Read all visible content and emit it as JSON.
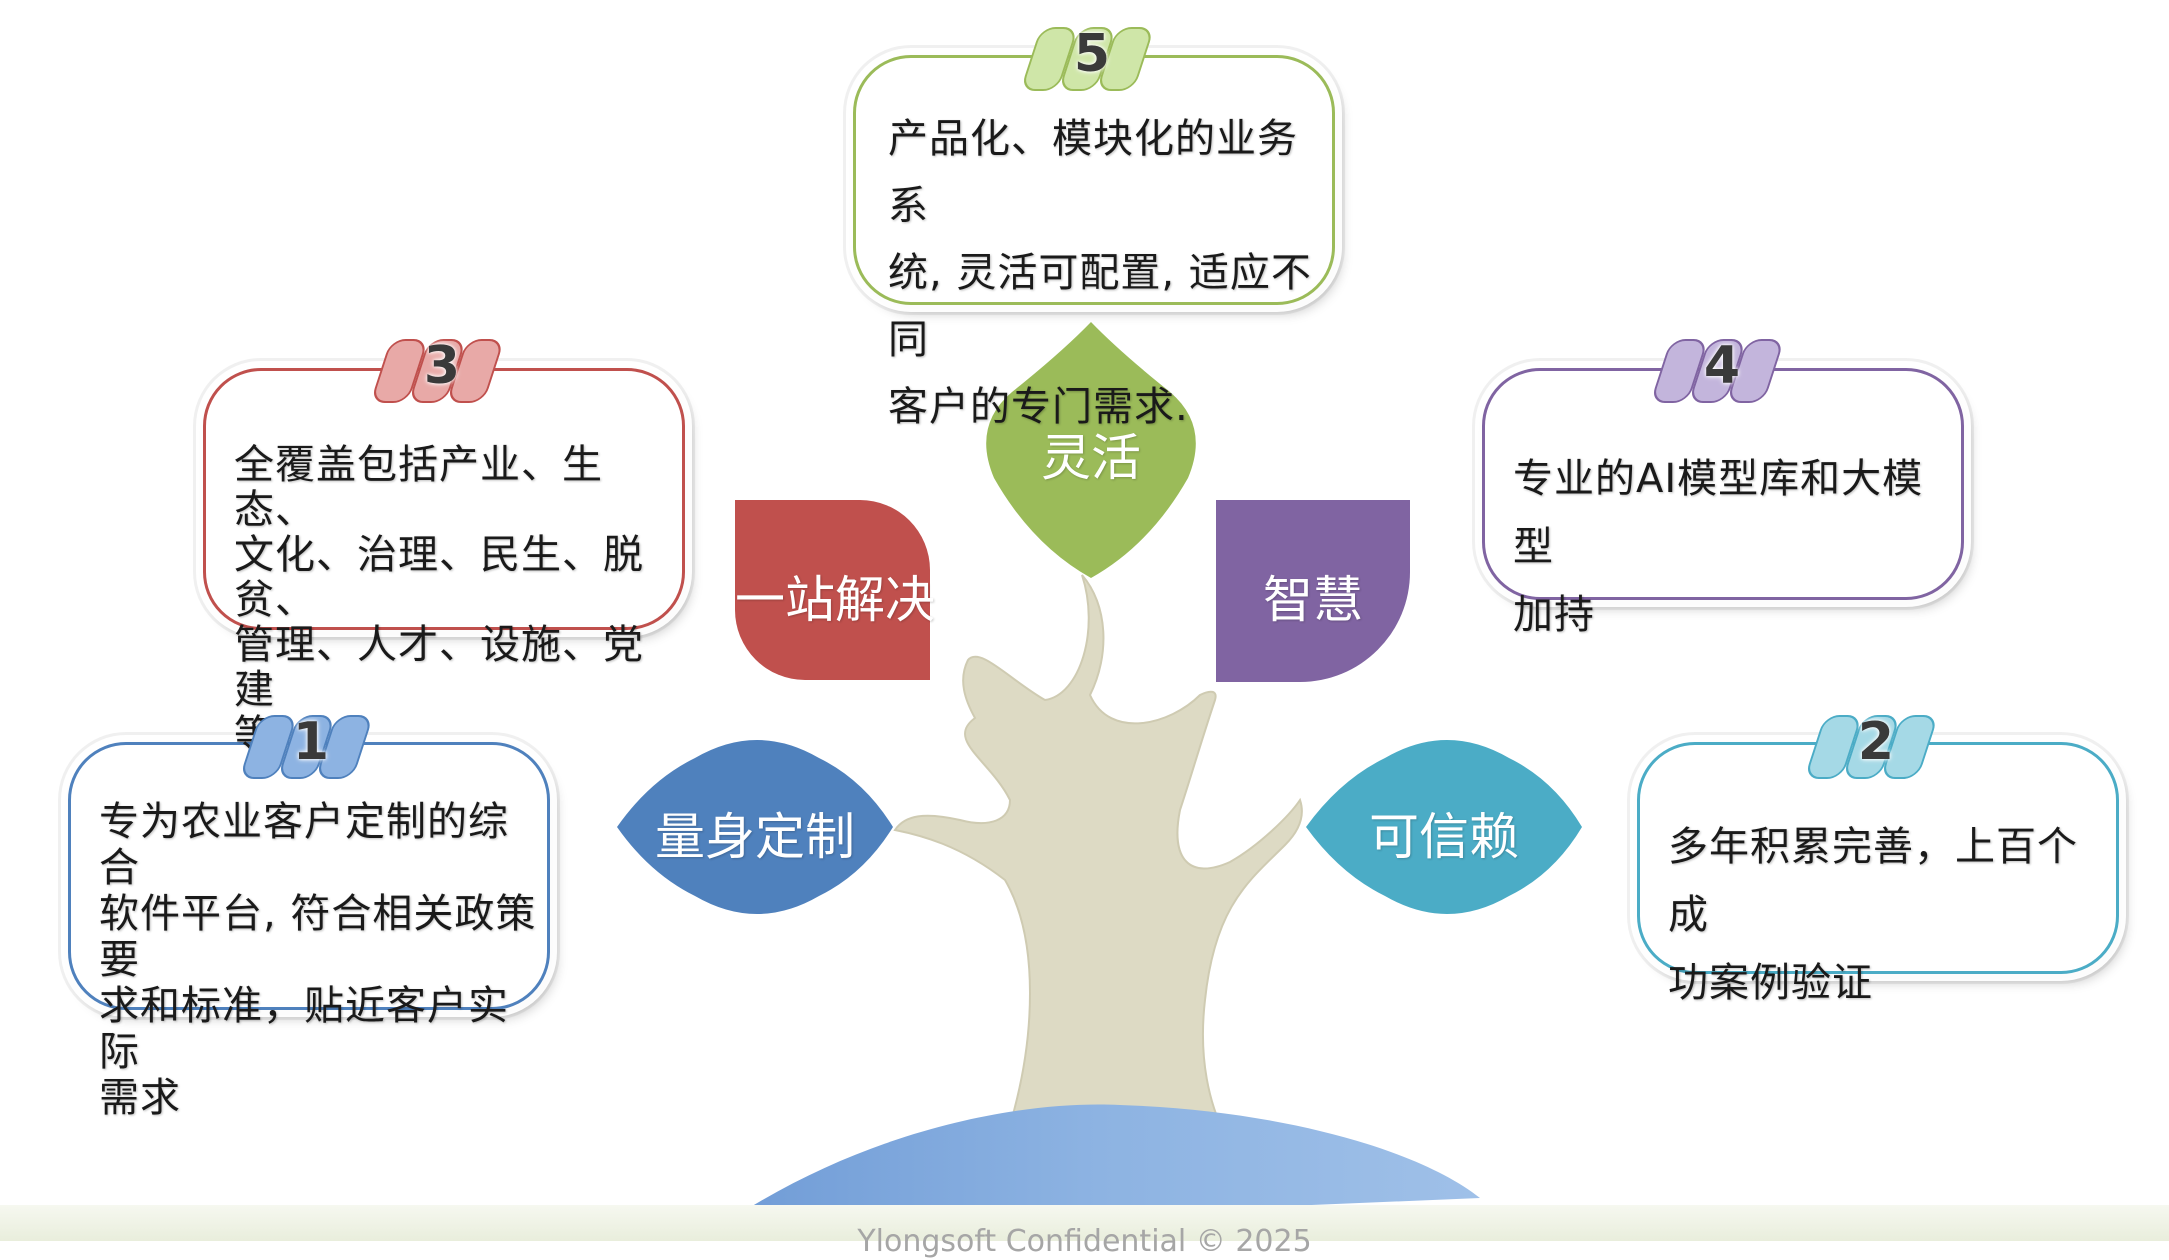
{
  "leaves": [
    {
      "label": "一站解决",
      "color": "#c0504d"
    },
    {
      "label": "灵活",
      "color": "#9bbb59"
    },
    {
      "label": "智慧",
      "color": "#8064a2"
    },
    {
      "label": "量身定制",
      "color": "#4f81bd"
    },
    {
      "label": "可信赖",
      "color": "#4bacc6"
    }
  ],
  "cards": [
    {
      "number": "1",
      "text": "专为农业客户定制的综合\n软件平台, 符合相关政策要\n求和标准，贴近客户实际\n需求",
      "color": "#4f81bd"
    },
    {
      "number": "2",
      "text": "多年积累完善，上百个成\n功案例验证",
      "color": "#4bacc6"
    },
    {
      "number": "3",
      "text": "全覆盖包括产业、生态、\n文化、治理、民生、脱贫、\n管理、人才、设施、党建\n等.",
      "color": "#c0504d"
    },
    {
      "number": "4",
      "text": "专业的AI模型库和大模型\n加持",
      "color": "#8064a2"
    },
    {
      "number": "5",
      "text": "产品化、模块化的业务系\n统, 灵活可配置, 适应不同\n客户的专门需求.",
      "color": "#9bbb59"
    }
  ],
  "footer": "Ylongsoft Confidential  © 2025",
  "tree": {
    "trunk_color": "#dddac4",
    "ground_color": "#8db3e2"
  }
}
